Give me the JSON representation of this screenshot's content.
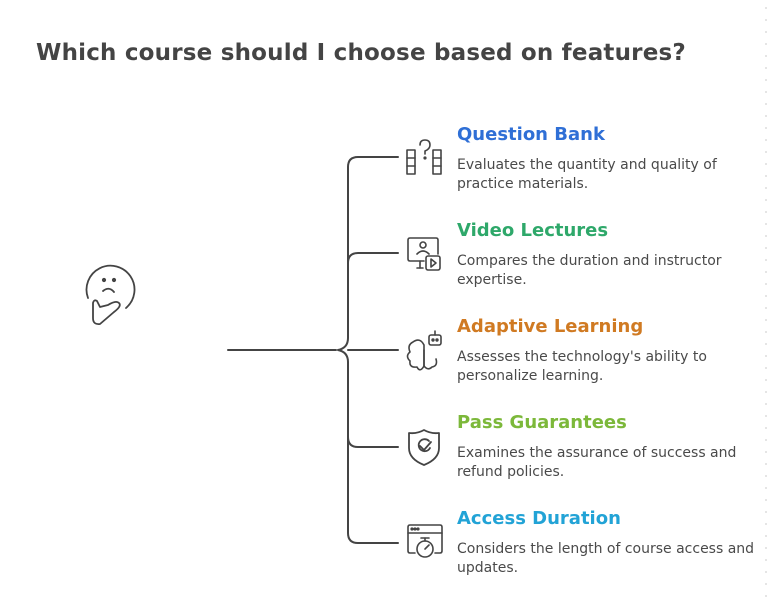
{
  "title": "Which course should I choose based on features?",
  "central_icon": "thinking-face-icon",
  "features": [
    {
      "name": "Question Bank",
      "description": "Evaluates the quantity and quality of practice materials.",
      "color": "#2f6fd6",
      "icon": "question-bank-icon"
    },
    {
      "name": "Video Lectures",
      "description": "Compares the duration and instructor expertise.",
      "color": "#2ea86a",
      "icon": "video-lecture-icon"
    },
    {
      "name": "Adaptive Learning",
      "description": "Assesses the technology's ability to personalize learning.",
      "color": "#d07a22",
      "icon": "brain-robot-icon"
    },
    {
      "name": "Pass Guarantees",
      "description": "Examines the assurance of success and refund policies.",
      "color": "#7cb83a",
      "icon": "shield-check-icon"
    },
    {
      "name": "Access Duration",
      "description": "Considers the length of course access and updates.",
      "color": "#22a3d6",
      "icon": "stopwatch-window-icon"
    }
  ]
}
